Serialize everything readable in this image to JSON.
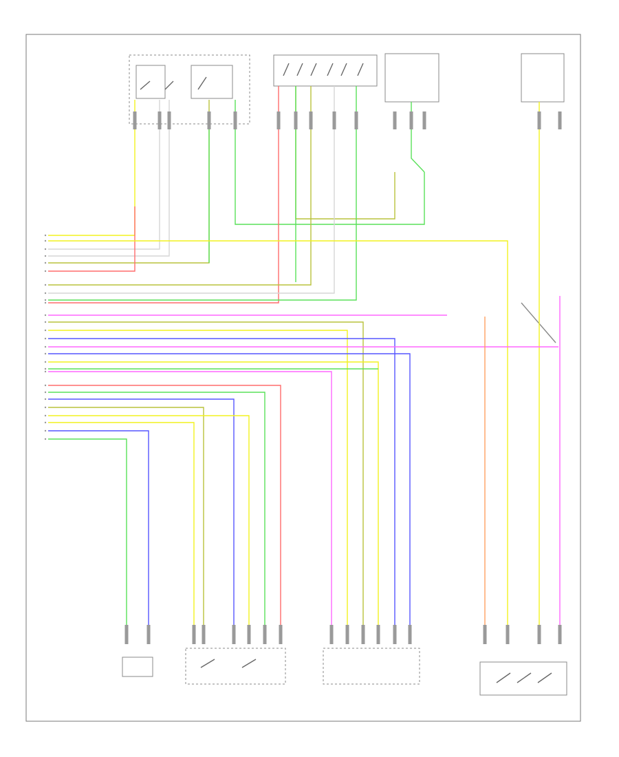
{
  "diagram": {
    "footer_code": "",
    "components": [
      {
        "id": "c1",
        "label_lines": [
          "",
          "",
          ""
        ]
      },
      {
        "id": "c2",
        "label_lines": [
          "",
          ""
        ]
      },
      {
        "id": "c3",
        "label_lines": [
          "",
          "",
          "",
          ""
        ]
      },
      {
        "id": "c4",
        "label_lines": [
          "",
          "",
          "",
          ""
        ]
      },
      {
        "id": "c5",
        "label_lines": [
          "",
          "",
          "",
          "",
          ""
        ]
      },
      {
        "id": "c6",
        "label_lines": [
          "",
          "",
          "",
          ""
        ]
      },
      {
        "id": "c7",
        "label_lines": [
          "",
          "",
          ""
        ]
      },
      {
        "id": "c8",
        "label_lines": [
          "",
          "",
          "",
          ""
        ]
      },
      {
        "id": "c9",
        "label_lines": [
          "",
          "",
          ""
        ]
      },
      {
        "id": "c10",
        "label_lines": [
          "",
          ""
        ]
      },
      {
        "id": "c11",
        "label_lines": [
          "",
          ""
        ]
      },
      {
        "id": "c12",
        "label_lines": [
          "",
          "",
          "",
          ""
        ]
      }
    ],
    "wire_colors": {
      "yellow": "#f2f21e",
      "white": "#d6d6d6",
      "green": "#58e058",
      "red": "#ff6b6b",
      "pink": "#ff66ff",
      "blue": "#5555ff",
      "olive": "#b9c23c",
      "orange": "#ffa060",
      "brown": "#c09070",
      "gray": "#a8a8a8"
    }
  }
}
